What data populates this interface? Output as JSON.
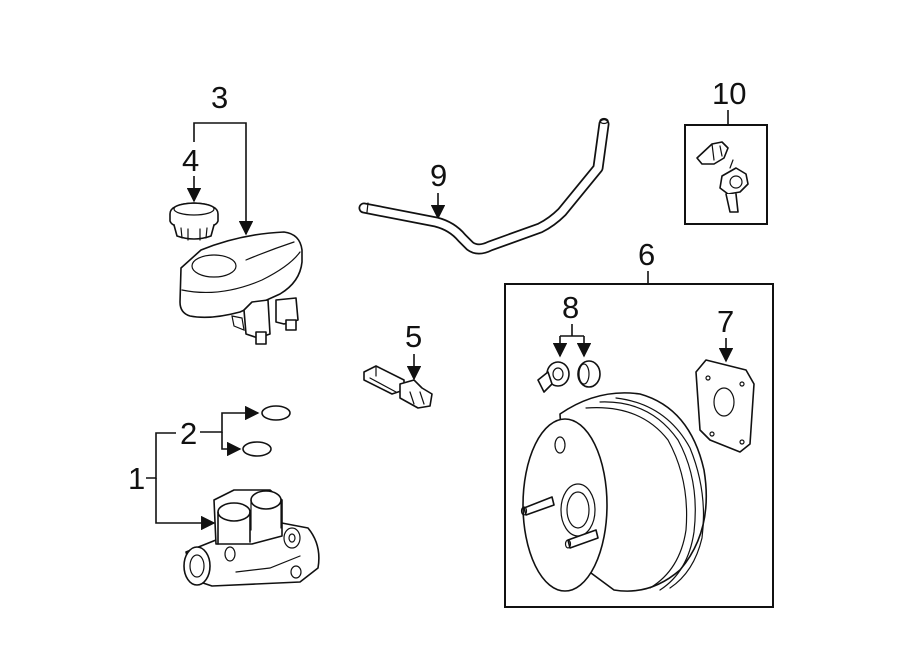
{
  "callouts": {
    "c1": "1",
    "c2": "2",
    "c3": "3",
    "c4": "4",
    "c5": "5",
    "c6": "6",
    "c7": "7",
    "c8": "8",
    "c9": "9",
    "c10": "10"
  },
  "icons": {
    "master_cylinder": "master-cylinder-icon",
    "o_ring": "o-ring-icon",
    "reservoir": "reservoir-icon",
    "reservoir_cap": "reservoir-cap-icon",
    "sensor": "sensor-icon",
    "brake_booster": "brake-booster-icon",
    "gasket": "gasket-icon",
    "check_valve": "check-valve-icon",
    "vacuum_hose": "vacuum-hose-icon"
  }
}
